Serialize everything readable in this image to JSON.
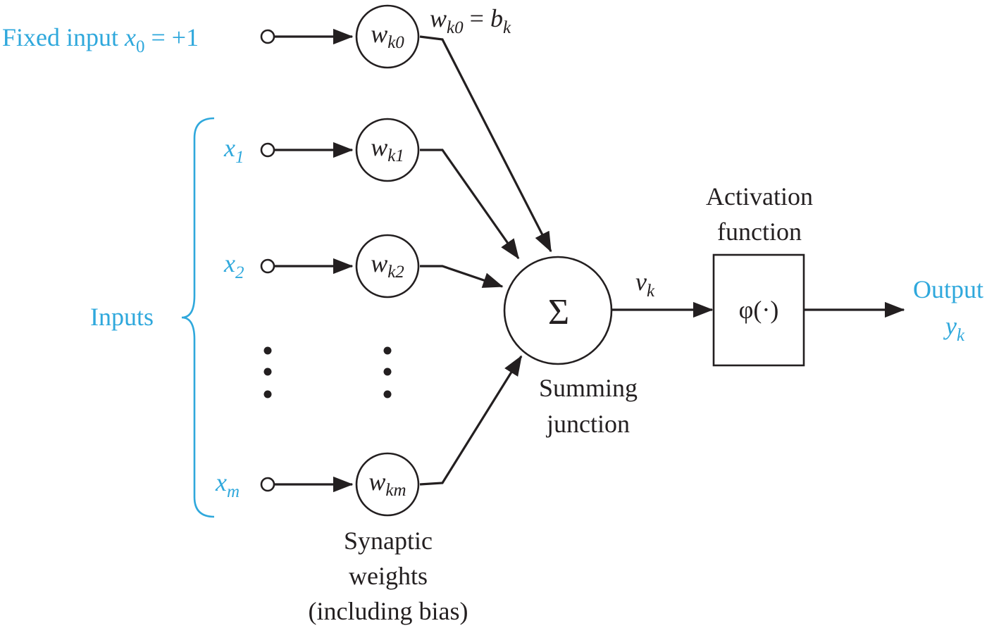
{
  "colors": {
    "input_text": "#2fa8dc",
    "ink": "#231f20",
    "background": "#ffffff"
  },
  "fixed_input": {
    "label": "Fixed input ",
    "var": "x",
    "sub": "0",
    "value": " = +1"
  },
  "bias": {
    "w": "w",
    "sub": "k0",
    "eq": " = ",
    "b": "b",
    "b_sub": "k"
  },
  "inputs_label": "Inputs",
  "inputs": [
    {
      "var": "x",
      "sub": "1"
    },
    {
      "var": "x",
      "sub": "2"
    },
    {
      "var": "x",
      "sub": "m"
    }
  ],
  "weights": [
    {
      "var": "w",
      "sub": "k0"
    },
    {
      "var": "w",
      "sub": "k1"
    },
    {
      "var": "w",
      "sub": "k2"
    },
    {
      "var": "w",
      "sub": "km"
    }
  ],
  "synaptic_label": [
    "Synaptic",
    "weights",
    "(including bias)"
  ],
  "summing": {
    "symbol": "Σ",
    "label": [
      "Summing",
      "junction"
    ]
  },
  "induced_field": {
    "var": "v",
    "sub": "k"
  },
  "activation": {
    "title": [
      "Activation",
      "function"
    ],
    "symbol": "φ(·)"
  },
  "output": {
    "label": "Output",
    "var": "y",
    "sub": "k"
  },
  "icons": {
    "input_terminal": "hollow-circle",
    "arrow": "filled-triangle-arrowhead",
    "ellipsis": "vertical-dots"
  }
}
